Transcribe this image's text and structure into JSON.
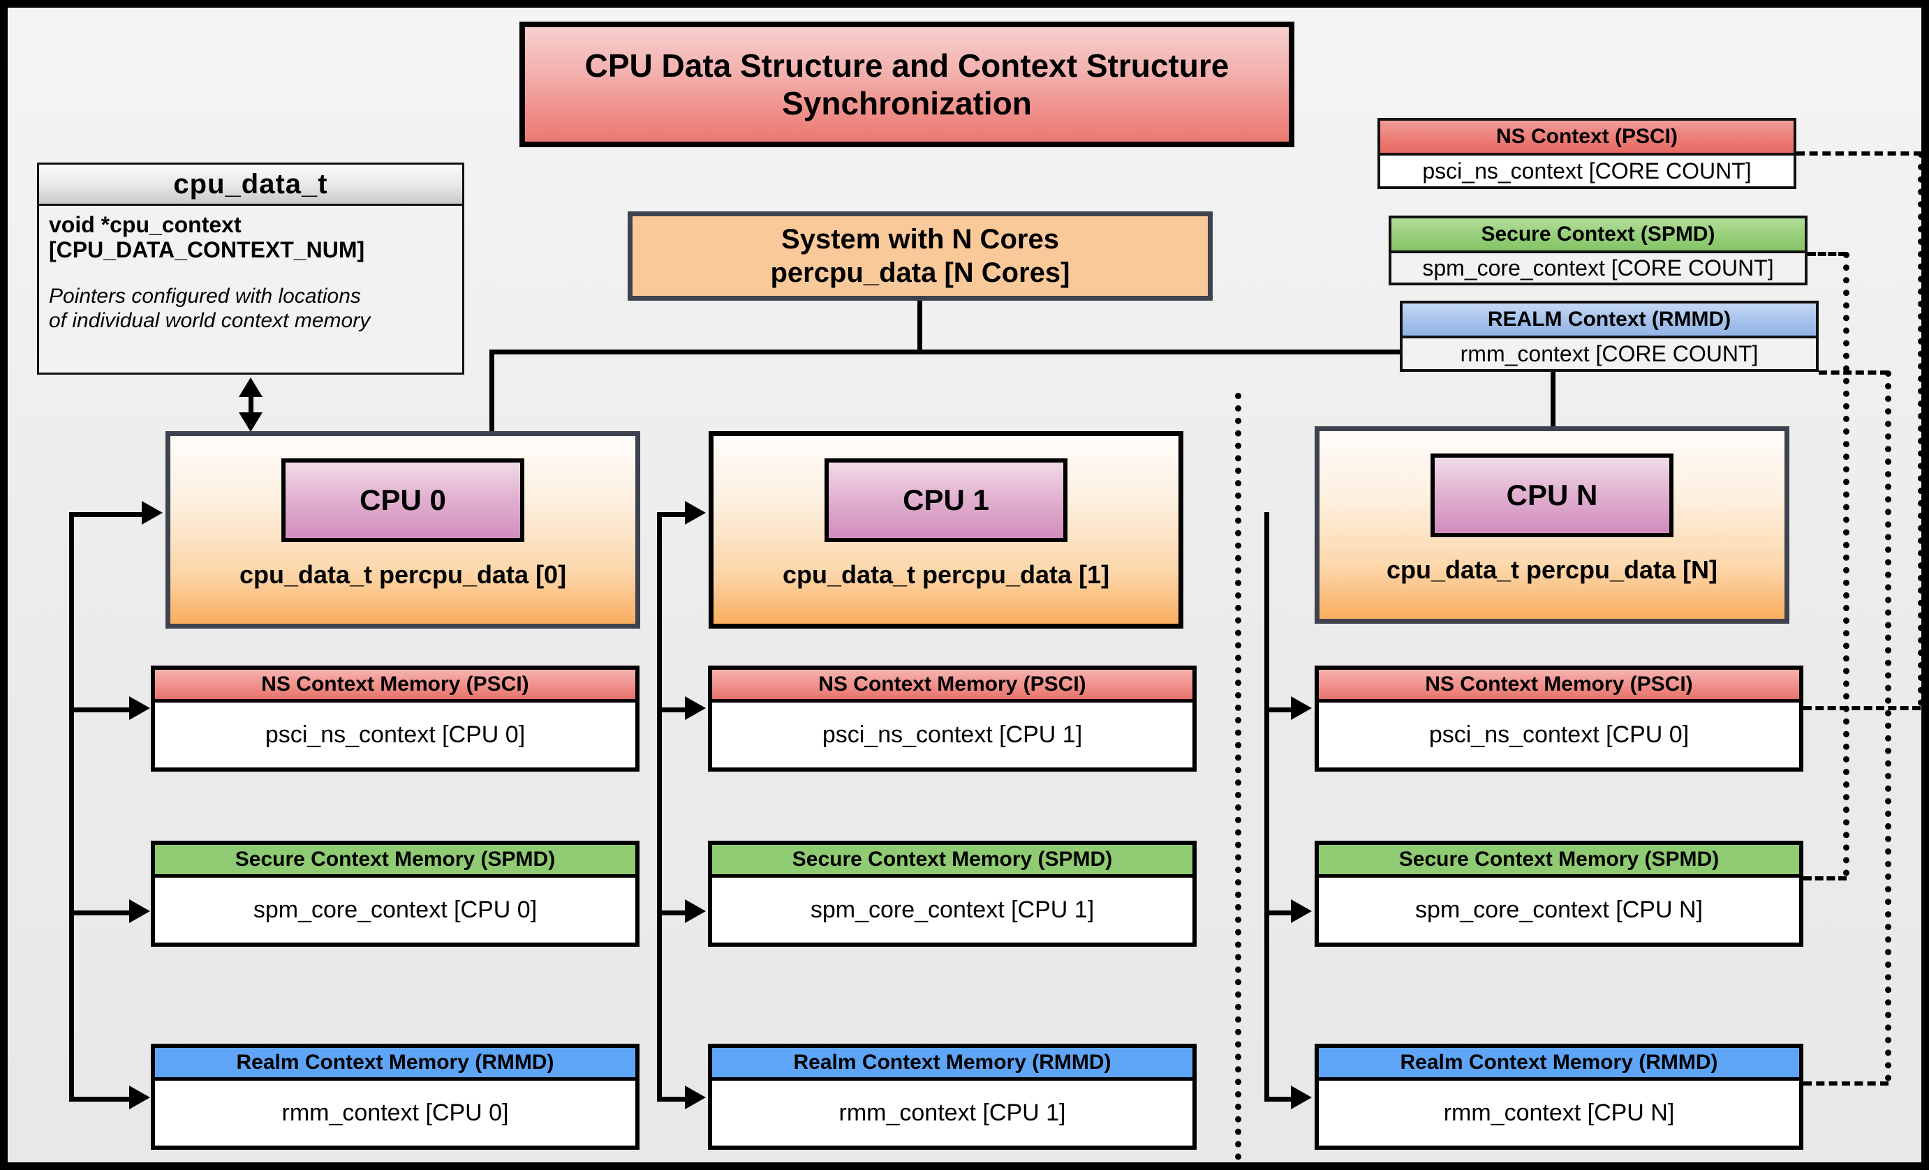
{
  "title": "CPU Data Structure and Context Structure Synchronization",
  "cpu_data_t": {
    "header": "cpu_data_t",
    "field": "void  *cpu_context [CPU_DATA_CONTEXT_NUM]",
    "field_line1": "void  *cpu_context",
    "field_line2": "[CPU_DATA_CONTEXT_NUM]",
    "note": "Pointers configured with locations of individual world context memory",
    "note_line1": "Pointers configured with locations",
    "note_line2": "of individual world context memory"
  },
  "system": {
    "line1": "System with N Cores",
    "line2": "percpu_data [N Cores]"
  },
  "legend": [
    {
      "name": "ns-context",
      "header": "NS Context  (PSCI)",
      "body": "psci_ns_context [CORE COUNT]",
      "color": "#ec7a74"
    },
    {
      "name": "secure-context",
      "header": "Secure Context (SPMD)",
      "body": "spm_core_context [CORE COUNT]",
      "color": "#8fcb72"
    },
    {
      "name": "realm-context",
      "header": "REALM Context (RMMD)",
      "body": "rmm_context [CORE COUNT]",
      "color": "#9dbce8"
    }
  ],
  "columns": [
    {
      "cpu_label": "CPU 0",
      "cpu_sub": "cpu_data_t percpu_data [0]",
      "memories": [
        {
          "header": "NS Context Memory (PSCI)",
          "body": "psci_ns_context [CPU 0]"
        },
        {
          "header": "Secure Context Memory (SPMD)",
          "body": "spm_core_context [CPU 0]"
        },
        {
          "header": "Realm Context Memory (RMMD)",
          "body": "rmm_context [CPU 0]"
        }
      ]
    },
    {
      "cpu_label": "CPU 1",
      "cpu_sub": "cpu_data_t percpu_data [1]",
      "memories": [
        {
          "header": "NS Context Memory (PSCI)",
          "body": "psci_ns_context [CPU 1]"
        },
        {
          "header": "Secure Context Memory (SPMD)",
          "body": "spm_core_context [CPU 1]"
        },
        {
          "header": "Realm Context Memory (RMMD)",
          "body": "rmm_context [CPU 1]"
        }
      ]
    },
    {
      "cpu_label": "CPU N",
      "cpu_sub": "cpu_data_t percpu_data [N]",
      "memories": [
        {
          "header": "NS Context Memory (PSCI)",
          "body": "psci_ns_context [CPU 0]"
        },
        {
          "header": "Secure Context Memory (SPMD)",
          "body": "spm_core_context [CPU N]"
        },
        {
          "header": "Realm Context Memory (RMMD)",
          "body": "rmm_context [CPU N]"
        }
      ]
    }
  ],
  "colors": {
    "frame": "#000000",
    "canvas": "#eeeeee",
    "title_fill": "#ec7a74",
    "system_fill": "#fac99a",
    "cpu_fill": "#f9ae5f",
    "cpu_label_fill": "#d18dbd",
    "ns_header": "#ec7a74",
    "secure_header": "#8fcb72",
    "realm_header": "#5fa5f7",
    "connector": "#000000"
  }
}
